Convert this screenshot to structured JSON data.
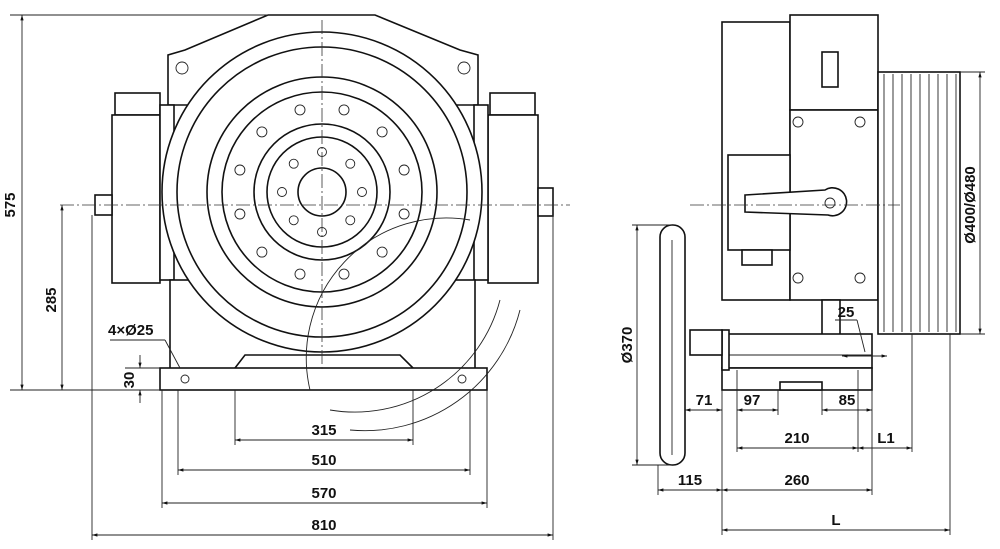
{
  "front_view": {
    "dims": {
      "height_total": "575",
      "shaft_height": "285",
      "base_thickness": "30",
      "mount_holes": "4×Ø25",
      "hole_spacing_inner": "315",
      "hole_spacing": "510",
      "base_width": "570",
      "overall_width": "810"
    }
  },
  "side_view": {
    "dims": {
      "sheave_diameter": "Ø400/Ø480",
      "handwheel_diameter": "Ø370",
      "handwheel_offset": "71",
      "base_left": "97",
      "base_right": "85",
      "groove_offset": "25",
      "hole_spacing": "210",
      "sheave_offset": "L1",
      "handwheel_to_base": "115",
      "base_length": "260",
      "overall_length": "L"
    }
  }
}
